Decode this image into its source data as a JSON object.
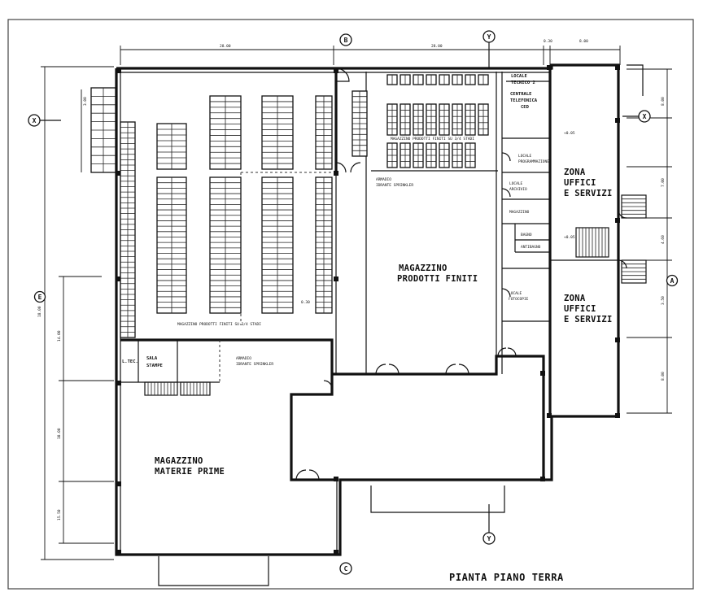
{
  "title": "PIANTA PIANO TERRA",
  "rooms": {
    "finished_goods": [
      "MAGAZZINO",
      "PRODOTTI FINITI"
    ],
    "raw_materials": [
      "MAGAZZINO",
      "MATERIE PRIME"
    ],
    "offices_upper": [
      "ZONA",
      "UFFICI",
      "E SERVIZI"
    ],
    "offices_lower": [
      "ZONA",
      "UFFICI",
      "E SERVIZI"
    ],
    "print_room": [
      "SALA",
      "STAMPE"
    ],
    "tech_room": "L.TEC.",
    "tech_room_2": [
      "LOCALE",
      "TECNICO 2"
    ],
    "phone_exchange": [
      "CENTRALE",
      "TELEFONICA",
      "CED"
    ],
    "small_rooms": [
      "LOCALE",
      "PROGRAMMAZIONE",
      "LOCALE",
      "ARCHIVIO",
      "MAGAZZINO",
      "BAGNO",
      "ANTIBAGNO",
      "LOCALE",
      "FOTOCOPIE"
    ],
    "shelving_note": "MAGAZZINO PRODOTTI FINITI SU 3/4 STADI",
    "shelving_note_lower": "MAGAZZINO PRODOTTI FINITI SU 3/4 STADI",
    "lift_note": [
      "ARMADIO",
      "IDRANTE SPRINKLER"
    ],
    "lift_note_2": [
      "ARMADIO",
      "IDRANTE SPRINKLER"
    ]
  },
  "markers": {
    "section_x": "X",
    "section_y": "Y",
    "axis_b": "B",
    "axis_c": "C",
    "axis_e": "E",
    "axis_a": "A"
  },
  "levels": [
    "+0.05",
    "+0.05"
  ],
  "dimensions": {
    "top": [
      "28.00",
      "28.00",
      "0.30",
      "8.00"
    ],
    "left": [
      "18.00",
      "14.00",
      "10.00",
      "15.50",
      "3.00"
    ],
    "right": [
      "8.00",
      "7.00",
      "4.60",
      "3.50",
      "8.00"
    ],
    "inner": "0.30"
  }
}
